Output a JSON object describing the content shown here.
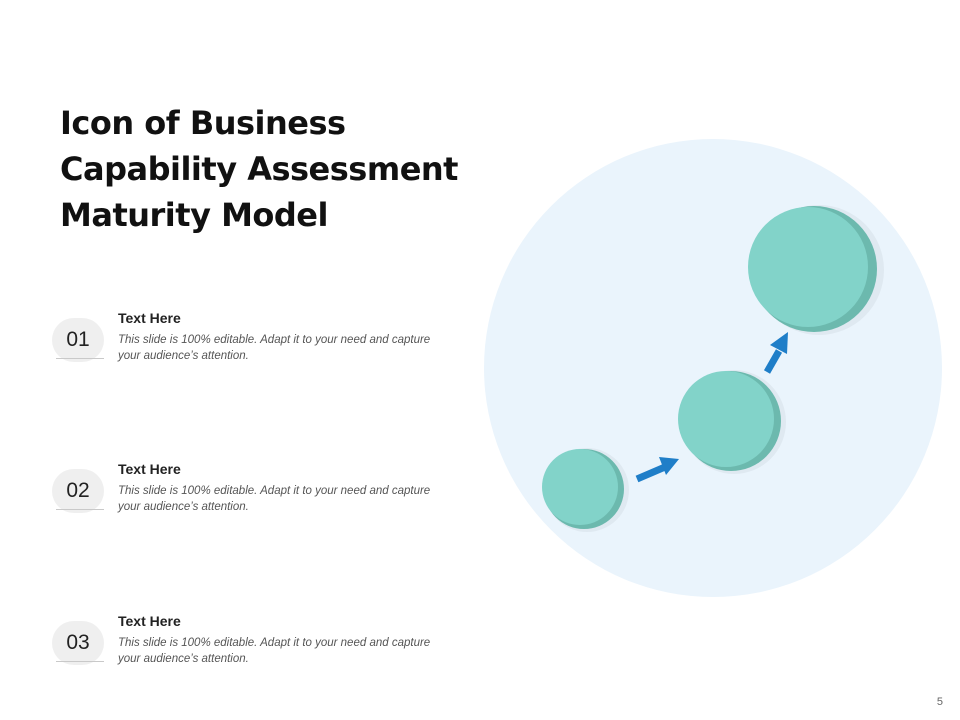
{
  "slide": {
    "title": "Icon of Business\nCapability Assessment\nMaturity Model",
    "page_number": "5",
    "items": [
      {
        "number": "01",
        "heading": "Text Here",
        "description": "This slide is 100% editable. Adapt it to your need and capture your audience’s attention."
      },
      {
        "number": "02",
        "heading": "Text Here",
        "description": "This slide is 100% editable. Adapt it to your need and capture your audience’s attention."
      },
      {
        "number": "03",
        "heading": "Text Here",
        "description": "This slide is 100% editable. Adapt it to your need and capture your audience’s attention."
      }
    ]
  },
  "colors": {
    "background_circle": "#eaf4fc",
    "step_circle": "#82d3c9",
    "step_circle_shade": "#6cb9ae",
    "arrow": "#1f7ec8"
  },
  "icons": [
    "growth-steps-icon",
    "arrow-up-right-icon"
  ]
}
